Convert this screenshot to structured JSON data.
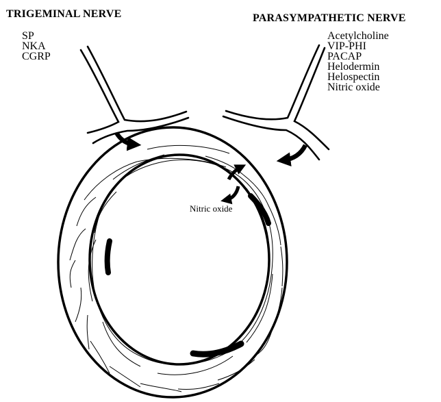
{
  "left_panel": {
    "title": "TRIGEMINAL NERVE",
    "substances": [
      "SP",
      "NKA",
      "CGRP"
    ]
  },
  "right_panel": {
    "title": "PARASYMPATHETIC NERVE",
    "substances": [
      "Acetylcholine",
      "VIP-PHI",
      "PACAP",
      "Helodermin",
      "Helospectin",
      "Nitric oxide"
    ]
  },
  "vessel": {
    "release_label": "Nitric oxide"
  },
  "colors": {
    "ink": "#000000",
    "background": "#ffffff"
  }
}
